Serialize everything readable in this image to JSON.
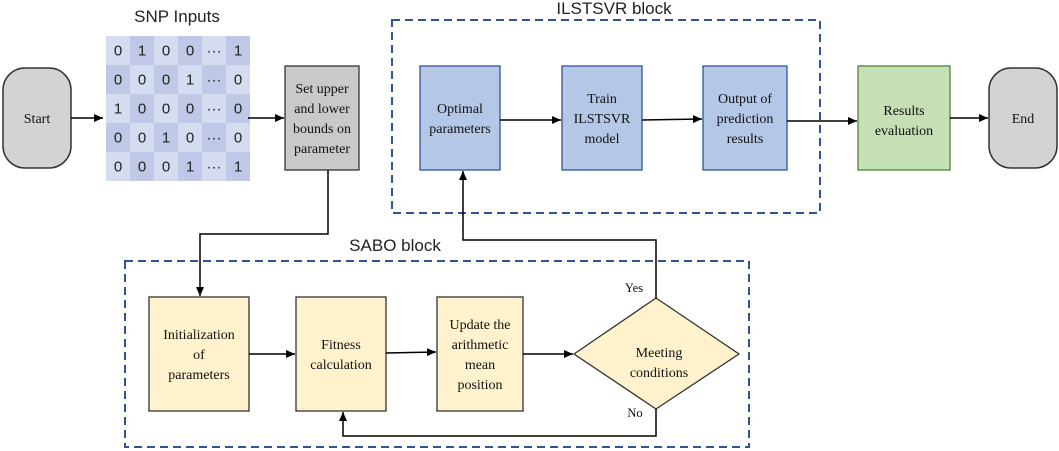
{
  "groups": {
    "snp": {
      "title": "SNP Inputs"
    },
    "ilstsvr": {
      "title": "ILSTSVR block"
    },
    "sabo": {
      "title": "SABO block"
    }
  },
  "snp_matrix": [
    [
      "0",
      "1",
      "0",
      "0",
      "···",
      "1"
    ],
    [
      "0",
      "0",
      "0",
      "1",
      "···",
      "0"
    ],
    [
      "1",
      "0",
      "0",
      "0",
      "···",
      "0"
    ],
    [
      "0",
      "0",
      "1",
      "0",
      "···",
      "0"
    ],
    [
      "0",
      "0",
      "0",
      "1",
      "···",
      "1"
    ]
  ],
  "nodes": {
    "start": {
      "lines": [
        "Start"
      ]
    },
    "bounds": {
      "lines": [
        "Set upper",
        "and lower",
        "bounds on",
        "parameter"
      ]
    },
    "optimal": {
      "lines": [
        "Optimal",
        "parameters"
      ]
    },
    "train": {
      "lines": [
        "Train",
        "ILSTSVR",
        "model"
      ]
    },
    "output": {
      "lines": [
        "Output of",
        "prediction",
        "results"
      ]
    },
    "evaluation": {
      "lines": [
        "Results",
        "evaluation"
      ]
    },
    "end": {
      "lines": [
        "End"
      ]
    },
    "init": {
      "lines": [
        "Initialization",
        "of",
        "parameters"
      ]
    },
    "fitness": {
      "lines": [
        "Fitness",
        "calculation"
      ]
    },
    "update": {
      "lines": [
        "Update the",
        "arithmetic",
        "mean",
        "position"
      ]
    },
    "meeting": {
      "lines": [
        "Meeting",
        "conditions"
      ]
    }
  },
  "edge_labels": {
    "yes": "Yes",
    "no": "No"
  },
  "colors": {
    "terminal_fill": "#d3d3d3",
    "bounds_fill": "#c9c9c9",
    "ilstsvr_fill": "#b4c7e7",
    "ilstsvr_stroke": "#2f5597",
    "eval_fill": "#c5e0b4",
    "sabo_fill": "#fff2cc",
    "dashed_border": "#2f5597",
    "matrix_a": "#d6dcf0",
    "matrix_b": "#bfc8e6"
  }
}
